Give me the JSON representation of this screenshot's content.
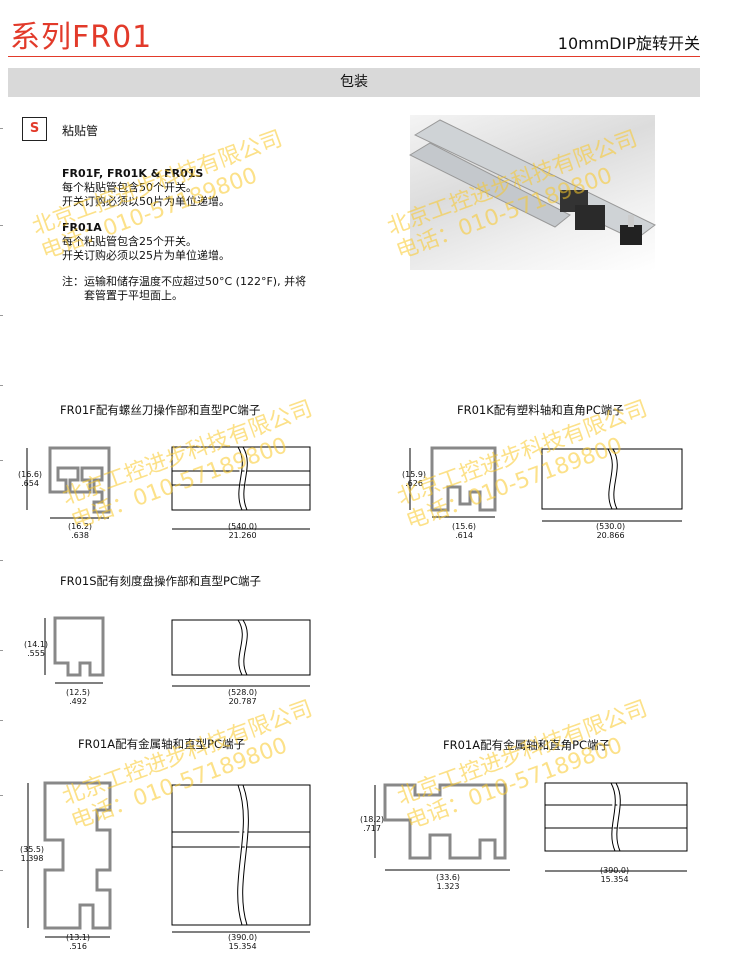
{
  "header": {
    "series": "系列FR01",
    "subtitle": "10mmDIP旋转开关"
  },
  "section_bar": "包装",
  "badge": "S",
  "packaging": {
    "title": "粘贴管",
    "group1_models": "FR01F, FR01K & FR01S",
    "group1_line1": "每个粘贴管包含50个开关。",
    "group1_line2": "开关订购必须以50片为单位递增。",
    "group2_models": "FR01A",
    "group2_line1": "每个粘贴管包含25个开关。",
    "group2_line2": "开关订购必须以25片为单位递增。",
    "note_label": "注：",
    "note_line1": "运输和储存温度不应超过50°C (122°F), 并将",
    "note_line2": "套管置于平坦面上。"
  },
  "diagrams": [
    {
      "title": "FR01F配有螺丝刀操作部和直型PC端子",
      "height_mm": "(16.6)",
      "height_in": ".654",
      "width_mm": "(16.2)",
      "width_in": ".638",
      "length_mm": "(540.0)",
      "length_in": "21.260"
    },
    {
      "title": "FR01K配有塑料轴和直角PC端子",
      "height_mm": "(15.9)",
      "height_in": ".626",
      "width_mm": "(15.6)",
      "width_in": ".614",
      "length_mm": "(530.0)",
      "length_in": "20.866"
    },
    {
      "title": "FR01S配有刻度盘操作部和直型PC端子",
      "height_mm": "(14.1)",
      "height_in": ".555",
      "width_mm": "(12.5)",
      "width_in": ".492",
      "length_mm": "(528.0)",
      "length_in": "20.787"
    },
    {
      "title": "FR01A配有金属轴和直型PC端子",
      "height_mm": "(35.5)",
      "height_in": "1.398",
      "width_mm": "(13.1)",
      "width_in": ".516",
      "length_mm": "(390.0)",
      "length_in": "15.354"
    },
    {
      "title": "FR01A配有金属轴和直角PC端子",
      "height_mm": "(18.2)",
      "height_in": ".717",
      "width_mm": "(33.6)",
      "width_in": "1.323",
      "length_mm": "(390.0)",
      "length_in": "15.354"
    }
  ],
  "watermark": {
    "company": "北京工控进步科技有限公司",
    "phone": "电话：010-57189800"
  }
}
